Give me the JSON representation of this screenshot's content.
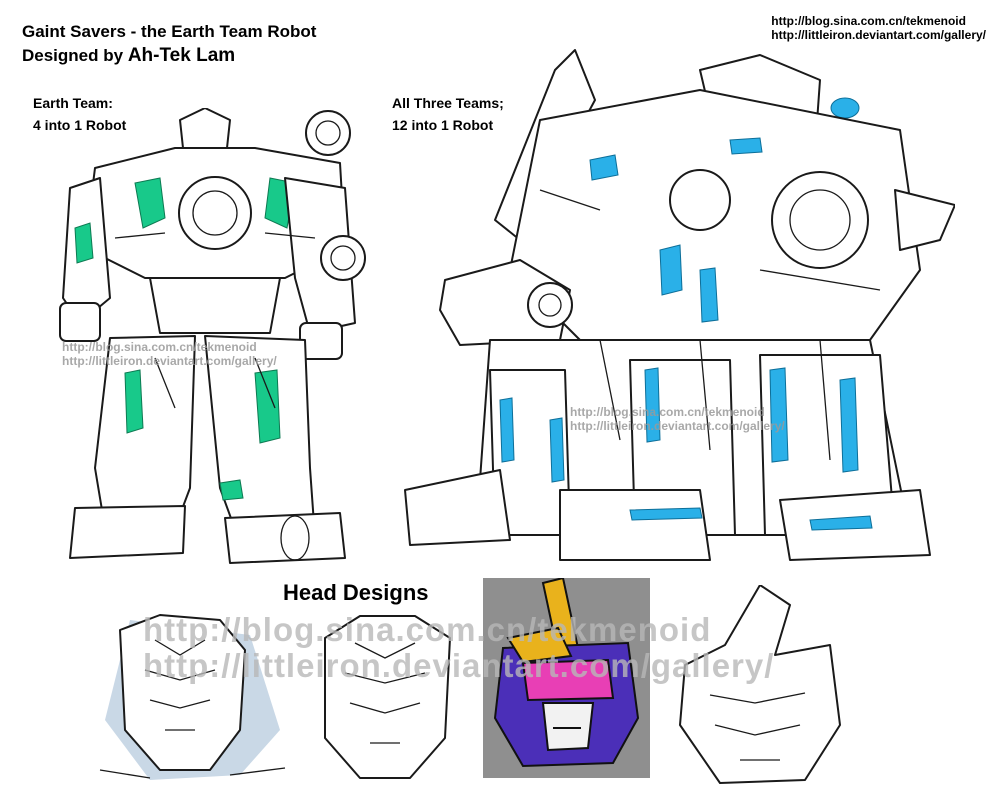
{
  "header": {
    "title_line1": "Gaint Savers - the Earth Team Robot",
    "title_line2_prefix": "Designed by",
    "title_line2_name": "Ah-Tek Lam"
  },
  "links": {
    "blog": "http://blog.sina.com.cn/tekmenoid",
    "gallery": "http://littleiron.deviantart.com/gallery/"
  },
  "earth_team": {
    "label_line1": "Earth Team:",
    "label_line2": "4 into 1 Robot"
  },
  "all_teams": {
    "label_line1": "All Three Teams;",
    "label_line2": "12 into 1 Robot"
  },
  "head_designs": {
    "title": "Head Designs"
  },
  "watermark": {
    "line1": "http://blog.sina.com.cn/tekmenoid",
    "line2": "http://littleiron.deviantart.com/gallery/",
    "big_line1": "http://blog.sina.com.cn/tekmenoid",
    "big_line2": "http://littleiron.deviantart.com/gallery/"
  },
  "colors": {
    "earth_accent": "#18c98a",
    "combined_accent": "#2ab0e8",
    "head_gold": "#e9b21c",
    "head_magenta": "#e83fb5",
    "head_purple": "#4b2fb8",
    "head_bg": "#8f8f8f"
  }
}
